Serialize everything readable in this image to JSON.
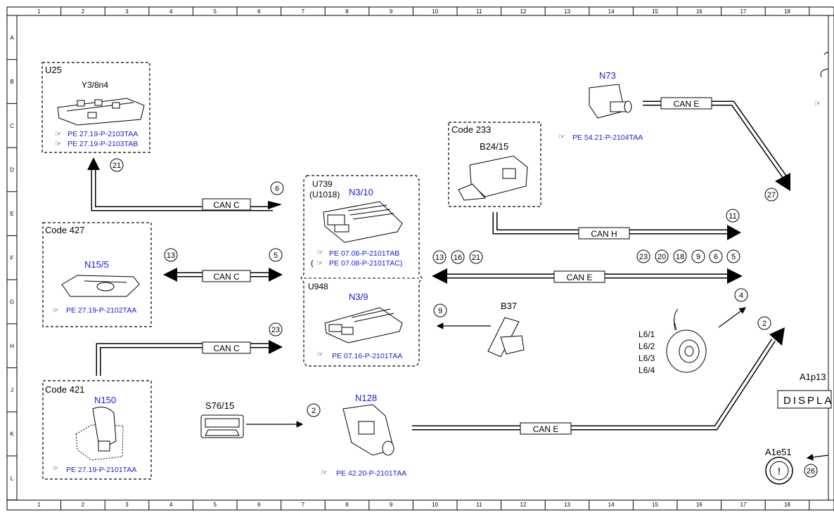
{
  "grid": {
    "columns": [
      "1",
      "2",
      "3",
      "4",
      "5",
      "6",
      "7",
      "8",
      "9",
      "10",
      "11",
      "12",
      "13",
      "14",
      "15",
      "16",
      "17",
      "18"
    ],
    "rows": [
      "A",
      "B",
      "C",
      "D",
      "E",
      "F",
      "G",
      "H",
      "J",
      "K",
      "L"
    ]
  },
  "u25": {
    "title": "U25",
    "part": "Y3/8n4",
    "ref1": "PE 27.19-P-2103TAA",
    "ref2": "PE 27.19-P-2103TAB",
    "bubble": "21"
  },
  "code427": {
    "title": "Code 427",
    "part": "N15/5",
    "ref": "PE 27.19-P-2102TAA"
  },
  "code421": {
    "title": "Code 421",
    "part": "N150",
    "ref": "PE 27.19-P-2101TAA"
  },
  "u739": {
    "title": "U739",
    "alt": "(U1018)",
    "part": "N3/10",
    "ref1": "PE 07.08-P-2101TAB",
    "ref2_open": "(",
    "ref2": "PE 07.08-P-2101TAC)"
  },
  "u948": {
    "title": "U948",
    "part": "N3/9",
    "ref": "PE 07.16-P-2101TAA"
  },
  "code233": {
    "title": "Code 233",
    "part": "B24/15"
  },
  "n73": {
    "part": "N73",
    "ref": "PE 54.21-P-2104TAA"
  },
  "s76": {
    "part": "S76/15"
  },
  "n128": {
    "part": "N128",
    "ref": "PE 42.20-P-2101TAA"
  },
  "b37": {
    "part": "B37"
  },
  "l6": {
    "l1": "L6/1",
    "l2": "L6/2",
    "l3": "L6/3",
    "l4": "L6/4"
  },
  "a1p13": {
    "part": "A1p13",
    "display": "DISPLA"
  },
  "a1e51": {
    "part": "A1e51"
  },
  "can": {
    "c": "CAN C",
    "e": "CAN E",
    "h": "CAN H"
  },
  "bubbles": {
    "b6": "6",
    "b5": "5",
    "b13": "13",
    "b23": "23",
    "b11": "11",
    "b27": "27",
    "b9": "9",
    "b4": "4",
    "b2": "2",
    "b26": "26",
    "left_e": [
      "13",
      "16",
      "21"
    ],
    "right_e": [
      "23",
      "20",
      "18",
      "9",
      "6",
      "5"
    ]
  }
}
